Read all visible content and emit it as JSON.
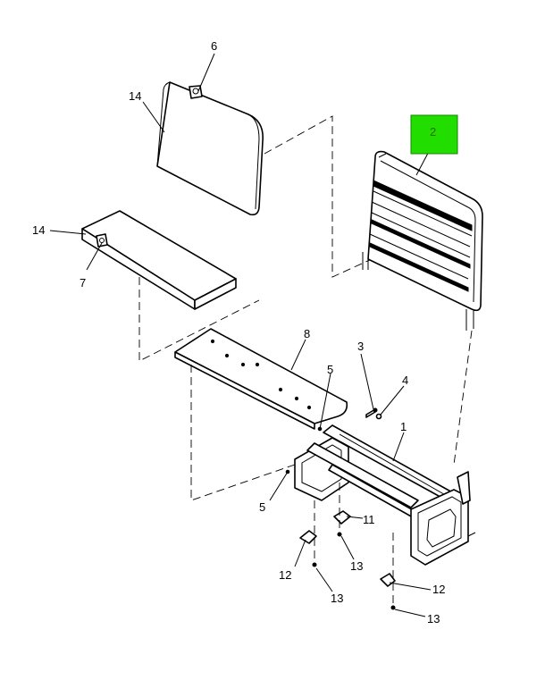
{
  "callouts": [
    {
      "id": "c6",
      "label": "6"
    },
    {
      "id": "c14a",
      "label": "14"
    },
    {
      "id": "c14b",
      "label": "14"
    },
    {
      "id": "c7",
      "label": "7"
    },
    {
      "id": "c2",
      "label": "2"
    },
    {
      "id": "c8",
      "label": "8"
    },
    {
      "id": "c3",
      "label": "3"
    },
    {
      "id": "c4",
      "label": "4"
    },
    {
      "id": "c5a",
      "label": "5"
    },
    {
      "id": "c1",
      "label": "1"
    },
    {
      "id": "c5b",
      "label": "5"
    },
    {
      "id": "c11",
      "label": "11"
    },
    {
      "id": "c12a",
      "label": "12"
    },
    {
      "id": "c13a",
      "label": "13"
    },
    {
      "id": "c13b",
      "label": "13"
    },
    {
      "id": "c12b",
      "label": "12"
    },
    {
      "id": "c13c",
      "label": "13"
    }
  ],
  "highlight": {
    "callout": "2",
    "color": "#22dd00"
  }
}
